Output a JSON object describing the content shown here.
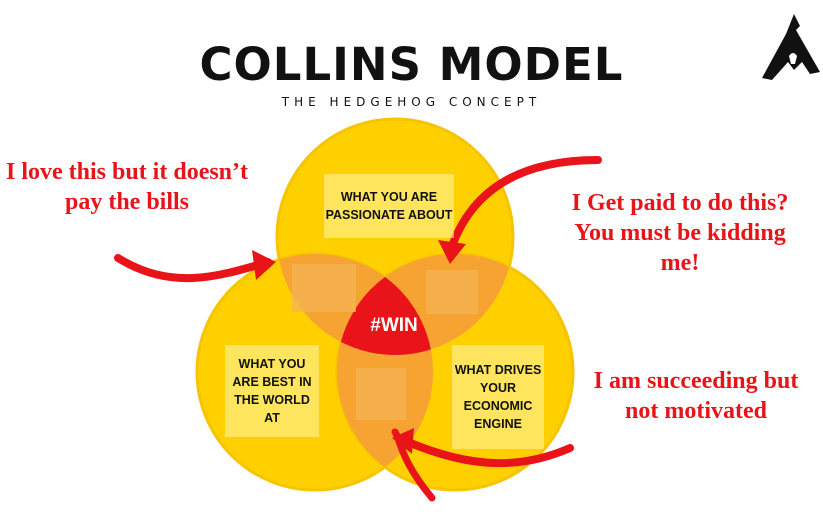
{
  "header": {
    "title": "COLLINS MODEL",
    "subtitle": "THE HEDGEHOG CONCEPT"
  },
  "logo": {
    "icon": "mountain-logo-icon"
  },
  "circles": {
    "passionate": "WHAT YOU ARE PASSIONATE ABOUT",
    "best_in_world": "WHAT YOU ARE BEST IN THE WORLD AT",
    "economic_engine": "WHAT DRIVES YOUR ECONOMIC ENGINE"
  },
  "center_label": "#WIN",
  "callouts": {
    "top_left": "I love this but it doesn’t pay the bills",
    "top_right": "I Get paid to do this? You must be kidding me!",
    "bottom_right": "I am succeeding but not motivated"
  },
  "colors": {
    "circle_fill": "#fed000",
    "overlap_fill": "#f6a332",
    "center_fill": "#e8141a",
    "callout_text": "#e8141a",
    "arrow": "#e8141a"
  }
}
